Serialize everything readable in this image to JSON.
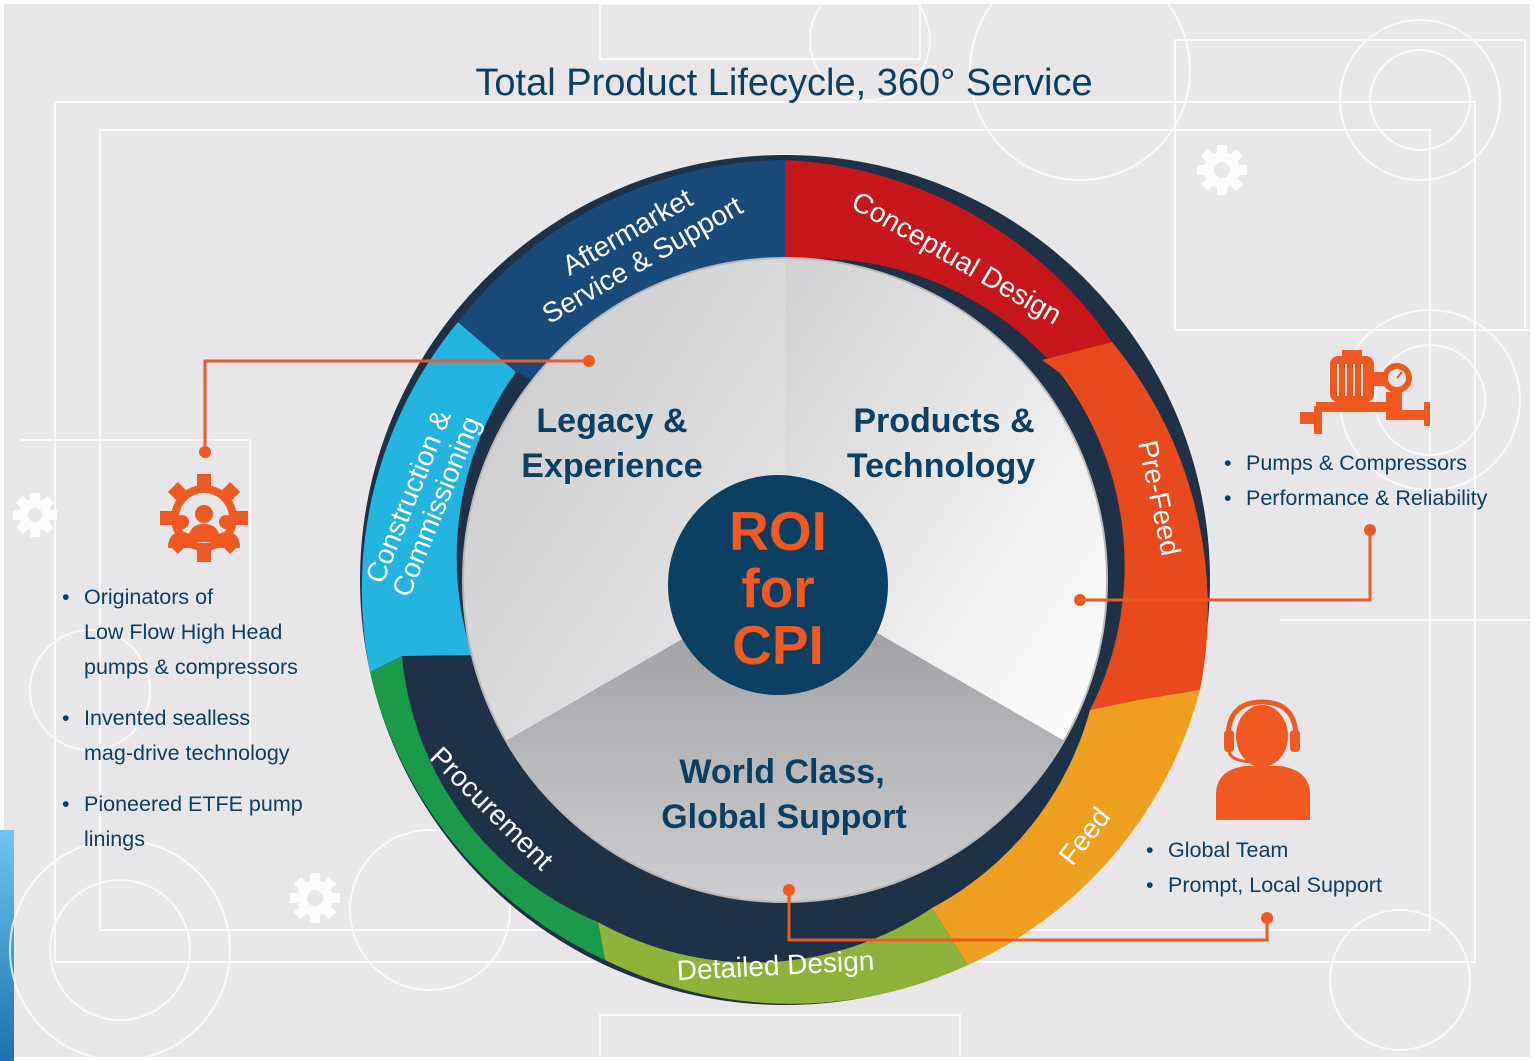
{
  "title": "Total Product Lifecycle, 360° Service",
  "center": {
    "line1": "ROI",
    "line2": "for",
    "line3": "CPI"
  },
  "sectors": [
    {
      "line1": "Legacy &",
      "line2": "Experience"
    },
    {
      "line1": "Products &",
      "line2": "Technology"
    },
    {
      "line1": "World Class,",
      "line2": "Global Support"
    }
  ],
  "ring": [
    {
      "line1": "Conceptual Design",
      "line2": "",
      "color": "#c8161d"
    },
    {
      "line1": "Pre-Feed",
      "line2": "",
      "color": "#e8491d"
    },
    {
      "line1": "Feed",
      "line2": "",
      "color": "#f0a020"
    },
    {
      "line1": "Detailed Design",
      "line2": "",
      "color": "#8db33a"
    },
    {
      "line1": "Procurement",
      "line2": "",
      "color": "#1b9a4a"
    },
    {
      "line1": "Construction &",
      "line2": "Commissioning",
      "color": "#23b5e0"
    },
    {
      "line1": "Aftermarket",
      "line2": "Service & Support",
      "color": "#1a4a7a"
    }
  ],
  "left_bullets": [
    {
      "line1": "Originators of",
      "line2": "Low Flow High Head",
      "line3": "pumps & compressors"
    },
    {
      "line1": "Invented sealless",
      "line2": "mag-drive technology",
      "line3": ""
    },
    {
      "line1": "Pioneered ETFE pump",
      "line2": "linings",
      "line3": ""
    }
  ],
  "pumps_bullets": [
    "Pumps & Compressors",
    "Performance & Reliability"
  ],
  "support_bullets": [
    "Global Team",
    "Prompt, Local Support"
  ],
  "icons": [
    "team-gear-icon",
    "pump-compressor-icon",
    "headset-support-icon"
  ],
  "colors": {
    "navy": "#0d3f63",
    "orange": "#f05a22",
    "background": "#e8e6e8"
  }
}
